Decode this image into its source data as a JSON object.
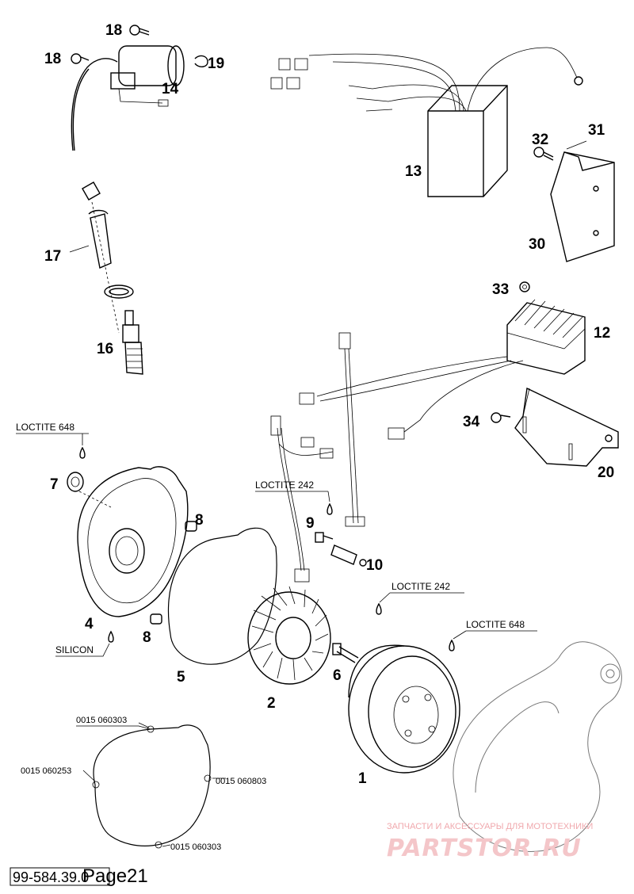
{
  "callouts": {
    "c1": "1",
    "c2": "2",
    "c4": "4",
    "c5": "5",
    "c6": "6",
    "c7": "7",
    "c8a": "8",
    "c8b": "8",
    "c9": "9",
    "c10": "10",
    "c12": "12",
    "c13": "13",
    "c14": "14",
    "c16": "16",
    "c17": "17",
    "c18a": "18",
    "c18b": "18",
    "c19": "19",
    "c20": "20",
    "c30": "30",
    "c31": "31",
    "c32": "32",
    "c33": "33",
    "c34": "34"
  },
  "notes": {
    "loctite_648_left": "LOCTITE 648",
    "loctite_242_center": "LOCTITE 242",
    "loctite_242_right": "LOCTITE 242",
    "loctite_648_right": "LOCTITE 648",
    "silicon": "SILICON"
  },
  "gasket_codes": {
    "top": "0015 060303",
    "left": "0015 060253",
    "right": "0015 060803",
    "bottom": "0015 060303"
  },
  "watermark": {
    "tagline": "ЗАПЧАСТИ И АКСЕССУАРЫ ДЛЯ МОТОТЕХНИКИ",
    "brand": "PARTSTOR.RU"
  },
  "footer": {
    "doc_number": "99-584.39.0",
    "page_label": "Page21"
  }
}
